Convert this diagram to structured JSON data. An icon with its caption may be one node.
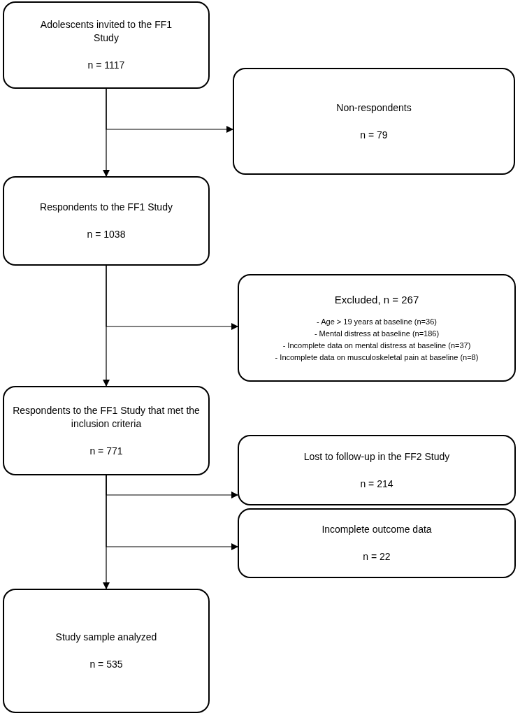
{
  "diagram": {
    "nodes": [
      {
        "text": [
          "Adolescents invited to the FF1 Study",
          "n = 1117"
        ]
      },
      {
        "text": [
          "Non-respondents",
          "n = 79"
        ]
      },
      {
        "text": [
          "Respondents to the FF1 Study",
          "n = 1038"
        ]
      },
      {
        "text": [
          "Excluded, n = 267",
          "- Age > 19 years at baseline (n=36)",
          "- Mental distress at baseline (n=186)",
          "- Incomplete data on mental distress at baseline (n=37)",
          "- Incomplete data on musculoskeletal pain at baseline (n=8)"
        ]
      },
      {
        "text": [
          "Respondents to the FF1 Study that met the inclusion criteria",
          "n = 771"
        ]
      },
      {
        "text": [
          "Lost to follow-up in the FF2 Study",
          "n = 214"
        ]
      },
      {
        "text": [
          "Incomplete outcome data",
          "n = 22"
        ]
      },
      {
        "text": [
          "Study sample analyzed",
          "n = 535"
        ]
      }
    ],
    "edges": [
      {
        "from": 0,
        "to": 2,
        "arrow": "to"
      },
      {
        "from": 0,
        "to": 1,
        "arrow": "to"
      },
      {
        "from": 2,
        "to": 4,
        "arrow": "to"
      },
      {
        "from": 2,
        "to": 3,
        "arrow": "to"
      },
      {
        "from": 4,
        "to": 7,
        "arrow": "to"
      },
      {
        "from": 4,
        "to": 5,
        "arrow": "to"
      },
      {
        "from": 4,
        "to": 6,
        "arrow": "to"
      }
    ]
  }
}
